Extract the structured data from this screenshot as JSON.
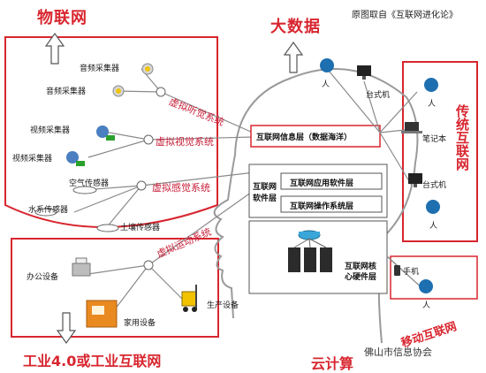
{
  "source_note": "原图取自《互联网进化论》",
  "titles": {
    "iot": "物联网",
    "big_data": "大数据",
    "traditional_internet": "传统互联网",
    "industrial": "工业4.0或工业互联网",
    "cloud": "云计算",
    "mobile": "移动互联网"
  },
  "watermark": "佛山市信息协会",
  "iot_devices": {
    "audio_1": "音频采集器",
    "audio_2": "音频采集器",
    "video_1": "视频采集器",
    "video_2": "视频采集器",
    "air": "空气传感器",
    "water": "水系传感器",
    "soil": "土壤传感器"
  },
  "systems": {
    "audio_visual_hearing": "虚拟听觉系统",
    "visual": "虚拟视觉系统",
    "sensing": "虚拟感觉系统",
    "motion": "虚拟运动系统"
  },
  "brain": {
    "info_layer": "互联网信息层（数据海洋）",
    "software_layer": "互联网软件层",
    "app_layer": "互联网应用软件层",
    "os_layer": "互联网操作系统层",
    "hardware_layer": "互联网核心硬件层"
  },
  "right": {
    "person": "人",
    "desktop_1": "台式机",
    "laptop": "笔记本",
    "desktop_2": "台式机",
    "phone": "手机"
  },
  "industrial_devices": {
    "office": "办公设备",
    "home": "家用设备",
    "production": "生产设备"
  },
  "colors": {
    "accent_red": "#d8262f",
    "line_gray": "#8a8a8a",
    "brain_gray": "#9a9a9a"
  }
}
